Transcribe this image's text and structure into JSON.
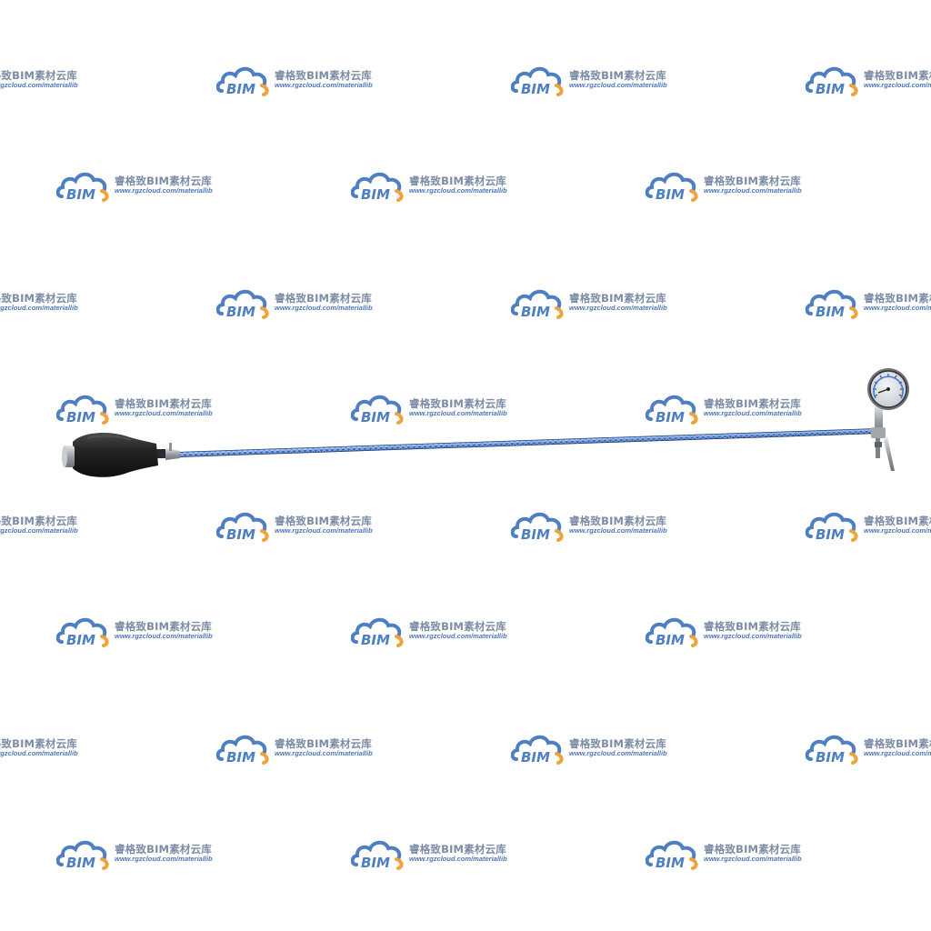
{
  "watermark": {
    "logo_text": "BIM",
    "title": "睿格致BIM素材云库",
    "url": "www.rgzcloud.com/materiallib",
    "colors": {
      "logo_blue": "#4f7fc3",
      "logo_orange": "#f0a33c",
      "title_gray": "#7c8ca6",
      "url_blue": "#4f76b8"
    }
  },
  "product": {
    "name": "pressure-gauge-with-braided-hose-and-bulb",
    "colors": {
      "bulb": "#222222",
      "hose": "#5a8ad6",
      "gauge_body": "#b8bcc2",
      "background": "#ffffff"
    }
  }
}
